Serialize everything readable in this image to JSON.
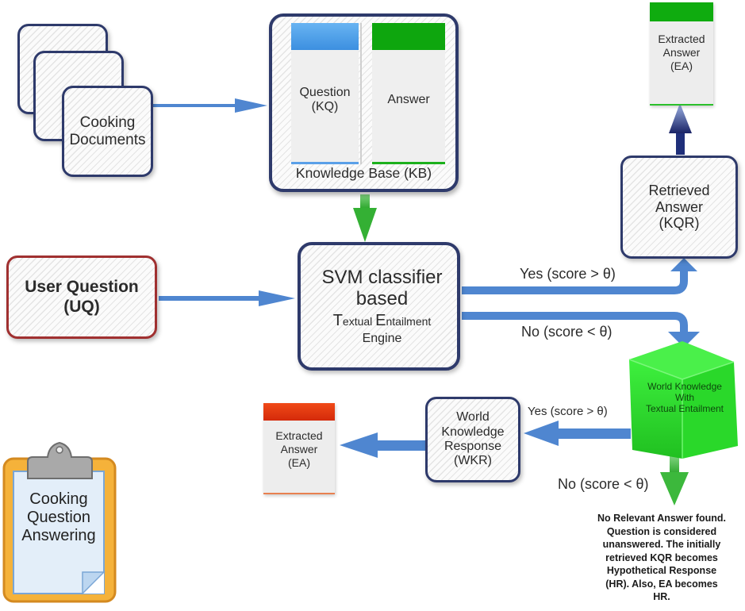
{
  "diagram": {
    "documents": {
      "label_line1": "Cooking",
      "label_line2": "Documents"
    },
    "knowledge_base": {
      "title": "Knowledge Base (KB)",
      "question_col": {
        "line1": "Question",
        "line2": "(KQ)",
        "color": "#4a9fe8"
      },
      "answer_col": {
        "line1": "Answer",
        "color": "#10a010"
      }
    },
    "user_question": {
      "line1": "User Question",
      "line2": "(UQ)",
      "border_color": "#a03030"
    },
    "engine": {
      "line1": "SVM classifier",
      "line2": "based",
      "line3_T": "T",
      "line3_extual": "extual ",
      "line3_E": "E",
      "line3_ntailment": "ntailment",
      "line4": "Engine"
    },
    "retrieved_answer": {
      "line1": "Retrieved",
      "line2": "Answer",
      "line3": "(KQR)"
    },
    "extracted_answer_top": {
      "line1": "Extracted",
      "line2": "Answer",
      "line3": "(EA)",
      "accent": "#10a010"
    },
    "world_knowledge": {
      "line1": "World Knowledge",
      "line2": "With",
      "line3": "Textual Entailment",
      "color": "#22dd22"
    },
    "wkr": {
      "line1": "World",
      "line2": "Knowledge",
      "line3": "Response",
      "line4": "(WKR)"
    },
    "extracted_answer_bottom": {
      "line1": "Extracted",
      "line2": "Answer",
      "line3": "(EA)",
      "accent": "#e03010"
    },
    "edges": {
      "yes_top": "Yes (score > θ)",
      "no_top": "No (score < θ)",
      "yes_wk": "Yes (score > θ)",
      "no_wk": "No (score < θ)"
    },
    "note": {
      "lines": [
        "No Relevant Answer found.",
        "Question is considered",
        "unanswered. The initially",
        "retrieved KQR becomes",
        "Hypothetical Response",
        "(HR). Also, EA becomes",
        "HR."
      ]
    },
    "clipboard": {
      "line1": "Cooking",
      "line2": "Question",
      "line3": "Answering"
    },
    "colors": {
      "arrow_blue": "#4f86d0",
      "box_border": "#2e3a6b",
      "arrow_green": "#3cb83c",
      "arrow_navy": "#1f2f7a"
    }
  }
}
